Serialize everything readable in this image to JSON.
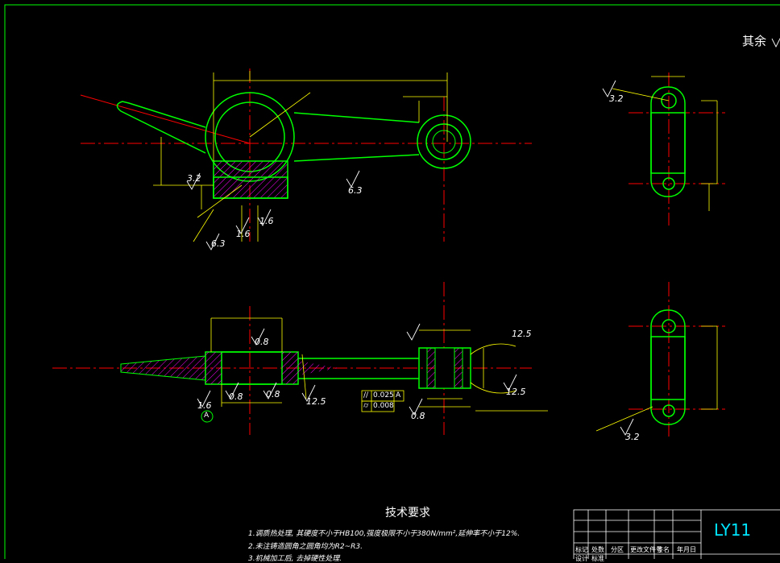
{
  "drawing": {
    "top_right_roughness": "其余",
    "drawing_code": "LY11"
  },
  "roughness_marks": [
    "3.2",
    "6.3",
    "6.3",
    "1.6",
    "1.6",
    "3.2",
    "0.8",
    "0.8",
    "0.8",
    "1.6",
    "12.5",
    "12.5",
    "12.5",
    "0.8",
    "3.2"
  ],
  "tolerance": {
    "row1_symbol": "//",
    "row1_value": "0.025",
    "row1_datum": "A",
    "row2_symbol": "⌭",
    "row2_value": "0.008"
  },
  "datum_label": "A",
  "technical_requirements": {
    "heading": "技术要求",
    "items": [
      "1.调质热处理, 其硬度不小于HB100,强度极限不小于380N/mm²,延伸率不小于12%.",
      "2.未注铸造圆角之圆角均为R2~R3.",
      "3.机械加工后, 去掉硬性处理."
    ]
  },
  "title_block": {
    "headers": [
      "标记",
      "处数",
      "分区",
      "更改文件号",
      "签名",
      "年月日"
    ],
    "row2": [
      "设计",
      "标准"
    ]
  },
  "colors": {
    "background": "#000000",
    "frame": "#00ff00",
    "outline": "#00ff00",
    "centerline": "#ff0000",
    "dimension": "#ffff00",
    "hatch": "#ff00ff",
    "text": "#ffffff",
    "code": "#00e5ff"
  }
}
